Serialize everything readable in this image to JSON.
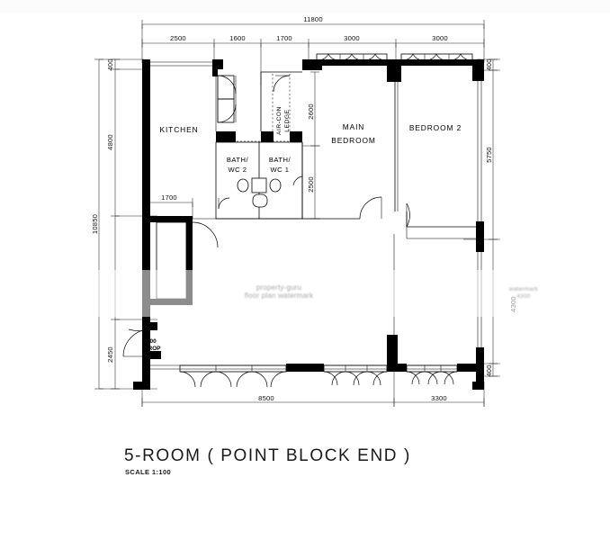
{
  "document": {
    "type": "architectural-floor-plan",
    "title": "5-ROOM ( POINT BLOCK END )",
    "scale_label": "SCALE  1:100",
    "background_color": "#ffffff",
    "line_color": "#000000"
  },
  "rooms": [
    {
      "id": "kitchen",
      "label": "KITCHEN",
      "lines": [
        "KITCHEN"
      ]
    },
    {
      "id": "main-bedroom",
      "label": "MAIN BEDROOM",
      "lines": [
        "MAIN",
        "BEDROOM"
      ]
    },
    {
      "id": "bedroom-2",
      "label": "BEDROOM 2",
      "lines": [
        "BEDROOM  2"
      ]
    },
    {
      "id": "bath-wc-2",
      "label": "BATH/ WC 2",
      "lines": [
        "BATH/",
        "WC  2"
      ]
    },
    {
      "id": "bath-wc-1",
      "label": "BATH/ WC 1",
      "lines": [
        "BATH/",
        "WC  1"
      ]
    },
    {
      "id": "air-con-ledge",
      "label": "AIR-CON LEDGE",
      "lines": [
        "AIR-CON",
        "LEDGE"
      ]
    }
  ],
  "annotations": {
    "entrance_drop_line1": "100",
    "entrance_drop_line2": "DROP"
  },
  "dimensions": {
    "top_overall": "11800",
    "top_segments": [
      "2500",
      "1600",
      "1700",
      "3000",
      "3000"
    ],
    "left_overall": "10850",
    "left_segments": [
      "400",
      "4800",
      "2450"
    ],
    "interior_left": "1700",
    "interior_vertical": [
      "2600",
      "2500"
    ],
    "right_segments": [
      "400",
      "5750",
      "4300",
      "400"
    ],
    "right_obscured": "4300",
    "bottom_segments": [
      "8500",
      "3300"
    ]
  },
  "watermark": {
    "center_line1": "property-guru",
    "center_line2": "floor plan watermark",
    "right_line1": "watermark",
    "right_line2": "4300"
  }
}
